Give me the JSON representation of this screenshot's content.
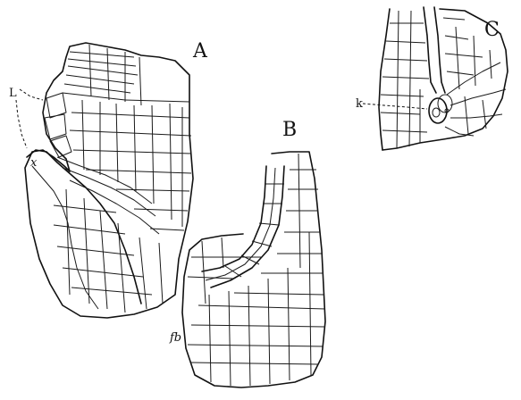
{
  "figure": {
    "panels": [
      {
        "key": "A",
        "label": "A"
      },
      {
        "key": "B",
        "label": "B"
      },
      {
        "key": "C",
        "label": "C"
      }
    ],
    "annotations": {
      "L": "L",
      "x": "x",
      "fb": "fb",
      "k": "k"
    }
  }
}
